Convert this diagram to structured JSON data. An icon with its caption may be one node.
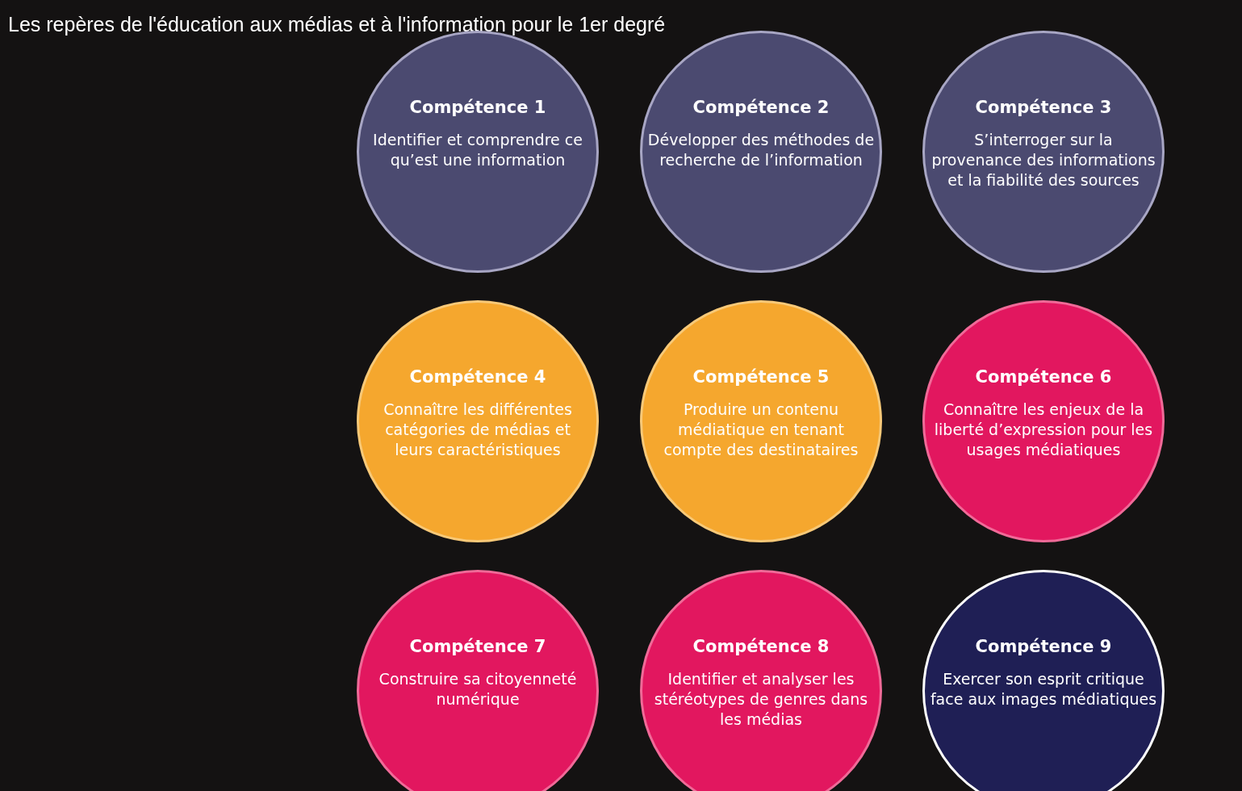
{
  "diagram": {
    "title": "Les repères de l'éducation aux médias et à l'information pour le 1er degré",
    "nodes": [
      {
        "text": [
          "Compétence 1",
          "Identifier et comprendre ce qu’est une information"
        ]
      },
      {
        "text": [
          "Compétence 2",
          "Développer des méthodes de recherche de l’information"
        ]
      },
      {
        "text": [
          "Compétence 3",
          "S’interroger sur la provenance des informations et la fiabilité des sources"
        ]
      },
      {
        "text": [
          "Compétence 4",
          "Connaître les différentes catégories de médias et leurs caractéristiques"
        ]
      },
      {
        "text": [
          "Compétence 5",
          "Produire un contenu médiatique en tenant compte des destinataires"
        ]
      },
      {
        "text": [
          "Compétence 6",
          "Connaître les enjeux de la liberté d’expression pour les usages médiatiques"
        ]
      },
      {
        "text": [
          "Compétence 7",
          "Construire sa citoyenneté numérique"
        ]
      },
      {
        "text": [
          "Compétence 8",
          "Identifier et analyser les stéréotypes de genres dans les médias"
        ]
      },
      {
        "text": [
          "Compétence 9",
          "Exercer son esprit critique face aux images médiatiques"
        ]
      }
    ],
    "edges": []
  }
}
